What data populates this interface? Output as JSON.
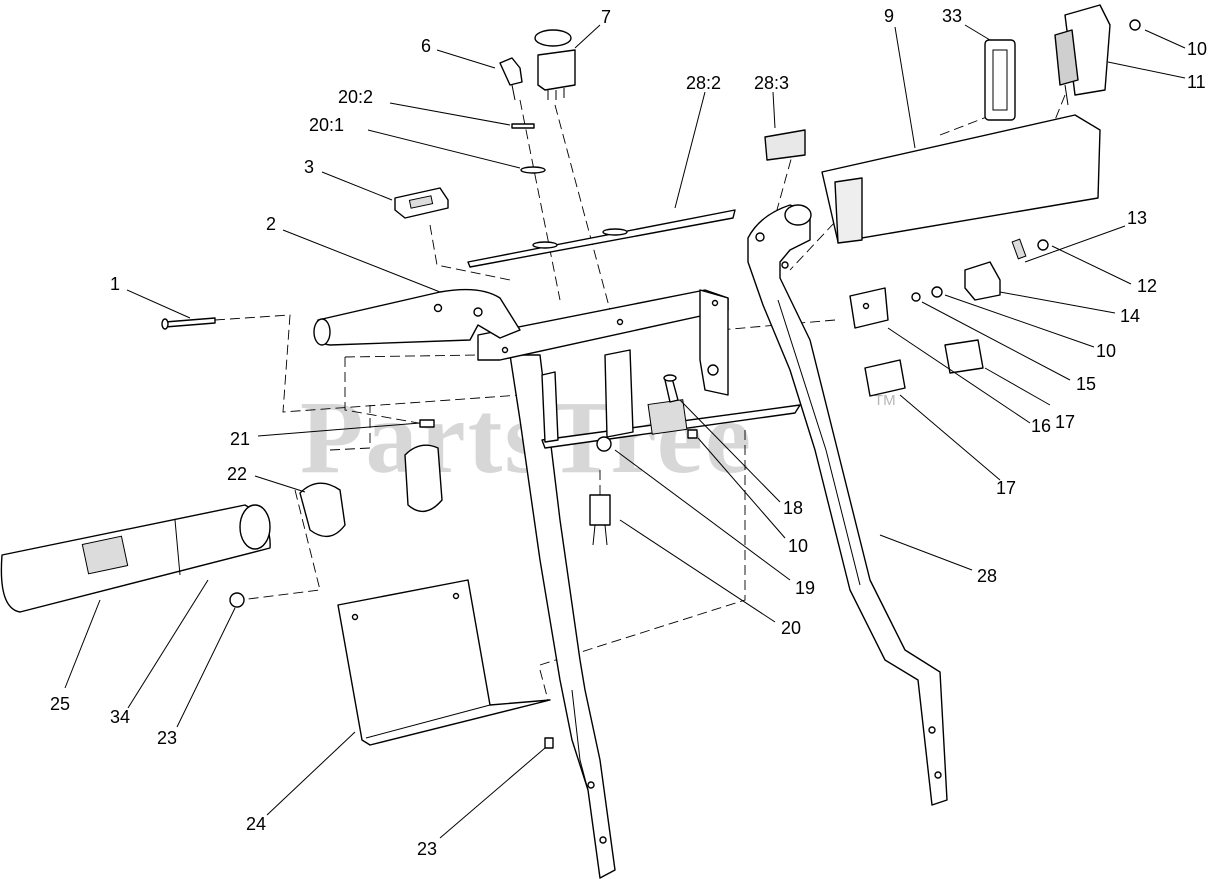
{
  "watermark": {
    "text": "PartsTree",
    "trademark": "TM"
  },
  "callouts": [
    {
      "id": "c-1",
      "label": "1"
    },
    {
      "id": "c-2",
      "label": "2"
    },
    {
      "id": "c-3",
      "label": "3"
    },
    {
      "id": "c-6",
      "label": "6"
    },
    {
      "id": "c-7",
      "label": "7"
    },
    {
      "id": "c-9",
      "label": "9"
    },
    {
      "id": "c-10a",
      "label": "10"
    },
    {
      "id": "c-10b",
      "label": "10"
    },
    {
      "id": "c-10c",
      "label": "10"
    },
    {
      "id": "c-11",
      "label": "11"
    },
    {
      "id": "c-12",
      "label": "12"
    },
    {
      "id": "c-13",
      "label": "13"
    },
    {
      "id": "c-14",
      "label": "14"
    },
    {
      "id": "c-15",
      "label": "15"
    },
    {
      "id": "c-16",
      "label": "16"
    },
    {
      "id": "c-17a",
      "label": "17"
    },
    {
      "id": "c-17b",
      "label": "17"
    },
    {
      "id": "c-18",
      "label": "18"
    },
    {
      "id": "c-19",
      "label": "19"
    },
    {
      "id": "c-20",
      "label": "20"
    },
    {
      "id": "c-20-1",
      "label": "20:1"
    },
    {
      "id": "c-20-2",
      "label": "20:2"
    },
    {
      "id": "c-21",
      "label": "21"
    },
    {
      "id": "c-22",
      "label": "22"
    },
    {
      "id": "c-23a",
      "label": "23"
    },
    {
      "id": "c-23b",
      "label": "23"
    },
    {
      "id": "c-24",
      "label": "24"
    },
    {
      "id": "c-25",
      "label": "25"
    },
    {
      "id": "c-28",
      "label": "28"
    },
    {
      "id": "c-28-2",
      "label": "28:2"
    },
    {
      "id": "c-28-3",
      "label": "28:3"
    },
    {
      "id": "c-33",
      "label": "33"
    },
    {
      "id": "c-34",
      "label": "34"
    }
  ]
}
